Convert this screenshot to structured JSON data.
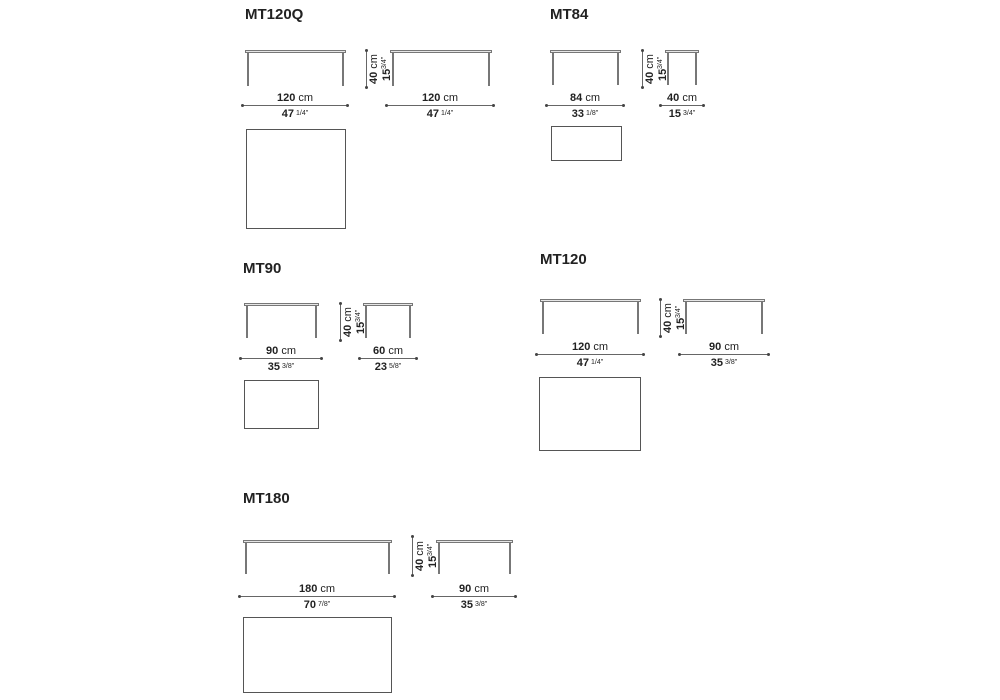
{
  "products": [
    {
      "name": "MT120Q",
      "height": {
        "cm": "40",
        "unit": "cm",
        "inch": "15",
        "frac": "3/4\""
      },
      "front": {
        "cm": "120",
        "unit": "cm",
        "inch": "47",
        "frac": "1/4\""
      },
      "side": {
        "cm": "120",
        "unit": "cm",
        "inch": "47",
        "frac": "1/4\""
      }
    },
    {
      "name": "MT84",
      "height": {
        "cm": "40",
        "unit": "cm",
        "inch": "15",
        "frac": "3/4\""
      },
      "front": {
        "cm": "84",
        "unit": "cm",
        "inch": "33",
        "frac": "1/8\""
      },
      "side": {
        "cm": "40",
        "unit": "cm",
        "inch": "15",
        "frac": "3/4\""
      }
    },
    {
      "name": "MT90",
      "height": {
        "cm": "40",
        "unit": "cm",
        "inch": "15",
        "frac": "3/4\""
      },
      "front": {
        "cm": "90",
        "unit": "cm",
        "inch": "35",
        "frac": "3/8\""
      },
      "side": {
        "cm": "60",
        "unit": "cm",
        "inch": "23",
        "frac": "5/8\""
      }
    },
    {
      "name": "MT120",
      "height": {
        "cm": "40",
        "unit": "cm",
        "inch": "15",
        "frac": "3/4\""
      },
      "front": {
        "cm": "120",
        "unit": "cm",
        "inch": "47",
        "frac": "1/4\""
      },
      "side": {
        "cm": "90",
        "unit": "cm",
        "inch": "35",
        "frac": "3/8\""
      }
    },
    {
      "name": "MT180",
      "height": {
        "cm": "40",
        "unit": "cm",
        "inch": "15",
        "frac": "3/4\""
      },
      "front": {
        "cm": "180",
        "unit": "cm",
        "inch": "70",
        "frac": "7/8\""
      },
      "side": {
        "cm": "90",
        "unit": "cm",
        "inch": "35",
        "frac": "3/8\""
      }
    }
  ]
}
